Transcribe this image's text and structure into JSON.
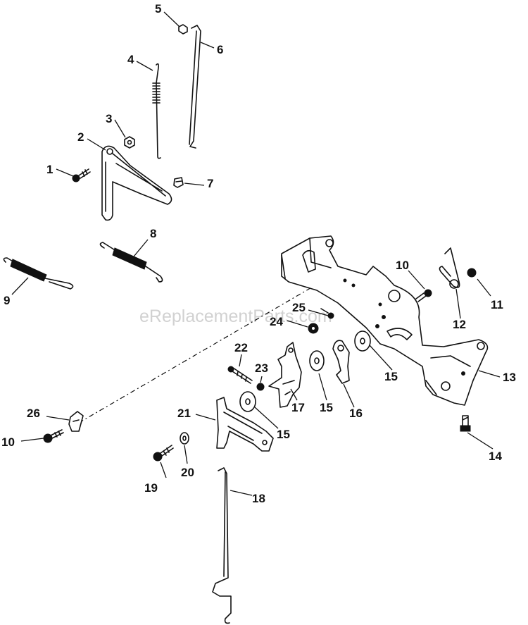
{
  "watermark": "eReplacementParts.com",
  "callouts": [
    "1",
    "2",
    "3",
    "4",
    "5",
    "6",
    "7",
    "8",
    "9",
    "10",
    "11",
    "12",
    "13",
    "14",
    "15",
    "16",
    "17",
    "18",
    "19",
    "20",
    "21",
    "22",
    "23",
    "24",
    "25",
    "26"
  ],
  "repeat_callouts": {
    "10b": "10",
    "15a": "15",
    "15b": "15",
    "15c": "15"
  }
}
